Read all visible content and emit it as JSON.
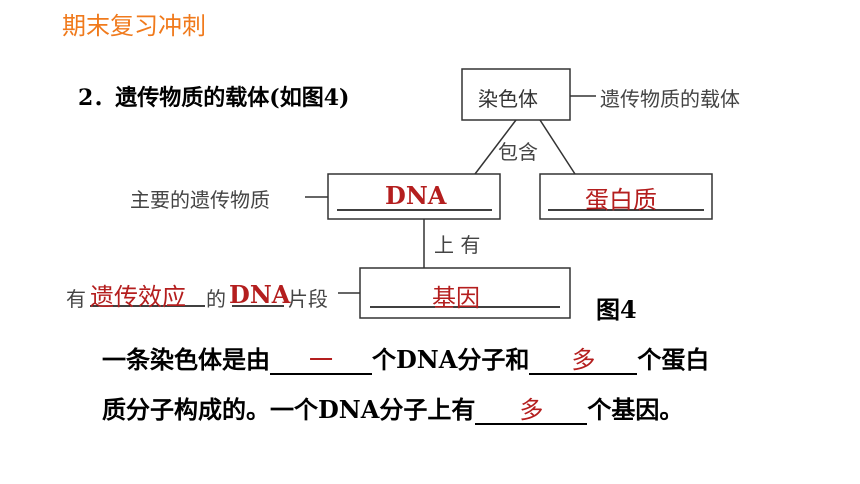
{
  "header": {
    "title": "期末复习冲刺"
  },
  "question": {
    "title": "2．遗传物质的载体(如图4)"
  },
  "diagram": {
    "top_box": "染色体",
    "top_right_label": "遗传物质的载体",
    "contains_label": "包含",
    "left_prefix": "主要的遗传物质",
    "left_answer": "DNA",
    "right_answer": "蛋白质",
    "on_has_label": "上 有",
    "bottom_prefix_have": "有",
    "bottom_answer_effect": "遗传效应",
    "bottom_de": "的",
    "bottom_answer_dna": "DNA",
    "bottom_suffix": "片段",
    "bottom_answer": "基因",
    "figure_label": "图4"
  },
  "sentences": {
    "line1_a": "一条染色体是由",
    "blank1": "一",
    "line1_b": "个DNA分子和",
    "blank2": "多",
    "line1_c": "个蛋白",
    "line2_a": "质分子构成的。一个DNA分子上有",
    "blank3": "多",
    "line2_b": "个基因。"
  },
  "colors": {
    "header": "#f07a1c",
    "answer": "#b41e1e"
  }
}
